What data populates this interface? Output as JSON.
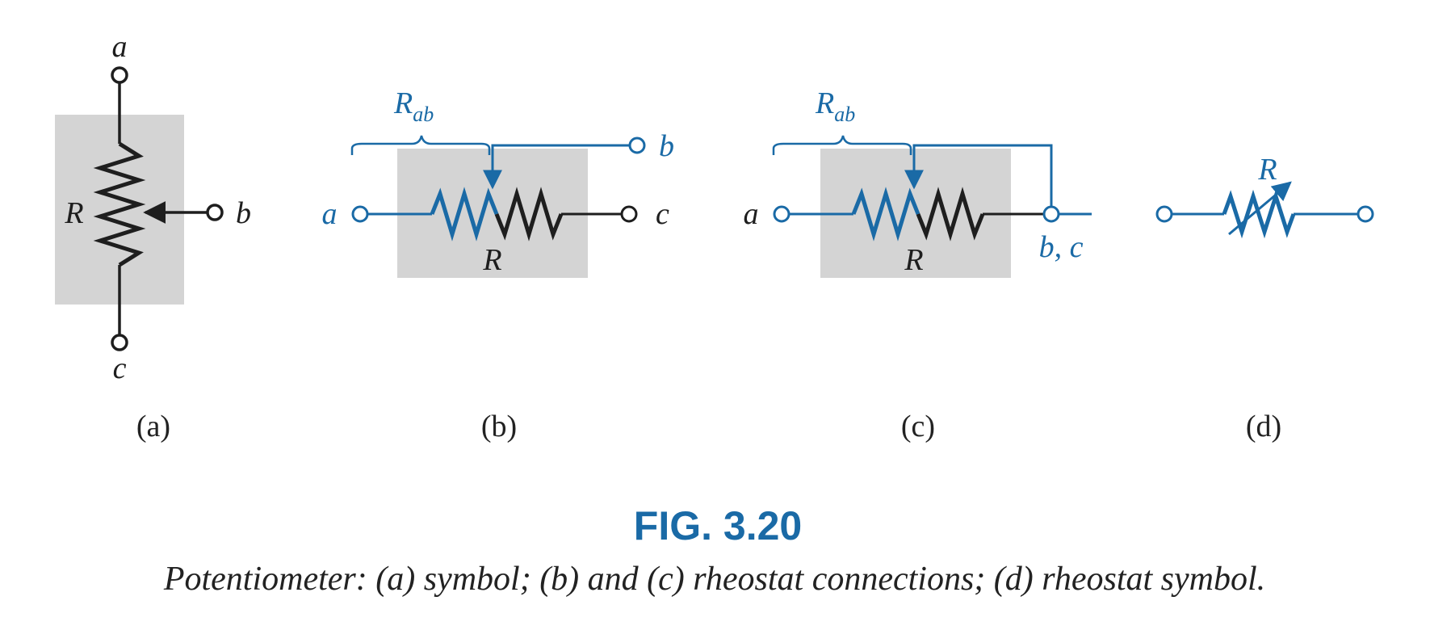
{
  "colors": {
    "blue": "#1a6aa6",
    "black": "#1e1e1e",
    "box": "#d4d4d4"
  },
  "panel_a": {
    "top_label": "a",
    "wiper_label": "b",
    "bottom_label": "c",
    "resistor_label": "R",
    "caption": "(a)"
  },
  "panel_b": {
    "range_label_main": "R",
    "range_label_sub": "ab",
    "left_label": "a",
    "wiper_label": "b",
    "right_label": "c",
    "resistor_label": "R",
    "caption": "(b)"
  },
  "panel_c": {
    "range_label_main": "R",
    "range_label_sub": "ab",
    "left_label": "a",
    "right_label": "b, c",
    "resistor_label": "R",
    "caption": "(c)"
  },
  "panel_d": {
    "resistor_label": "R",
    "caption": "(d)"
  },
  "figure": {
    "title": "FIG. 3.20",
    "caption": "Potentiometer: (a) symbol; (b) and (c) rheostat connections; (d) rheostat symbol."
  }
}
